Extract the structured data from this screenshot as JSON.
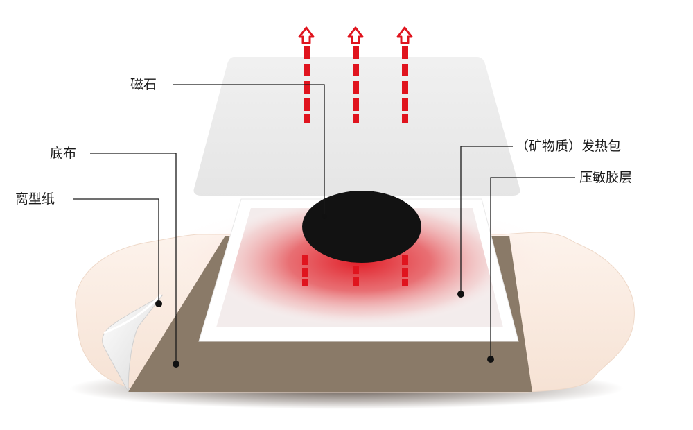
{
  "labels": {
    "magnet": "磁石",
    "base_cloth": "底布",
    "release_paper": "离型纸",
    "heat_pack": "（矿物质）发热包",
    "adhesive_layer": "压敏胶层"
  },
  "icons": {
    "heat_arrow": "dashed-up-arrow-icon"
  },
  "colors": {
    "heat_red": "#e0141e",
    "base_brown": "#8a7a68",
    "skin": "#fbeee4",
    "magnet": "#121212",
    "leader_line": "#1a1a1a",
    "top_film": "#ececec"
  }
}
